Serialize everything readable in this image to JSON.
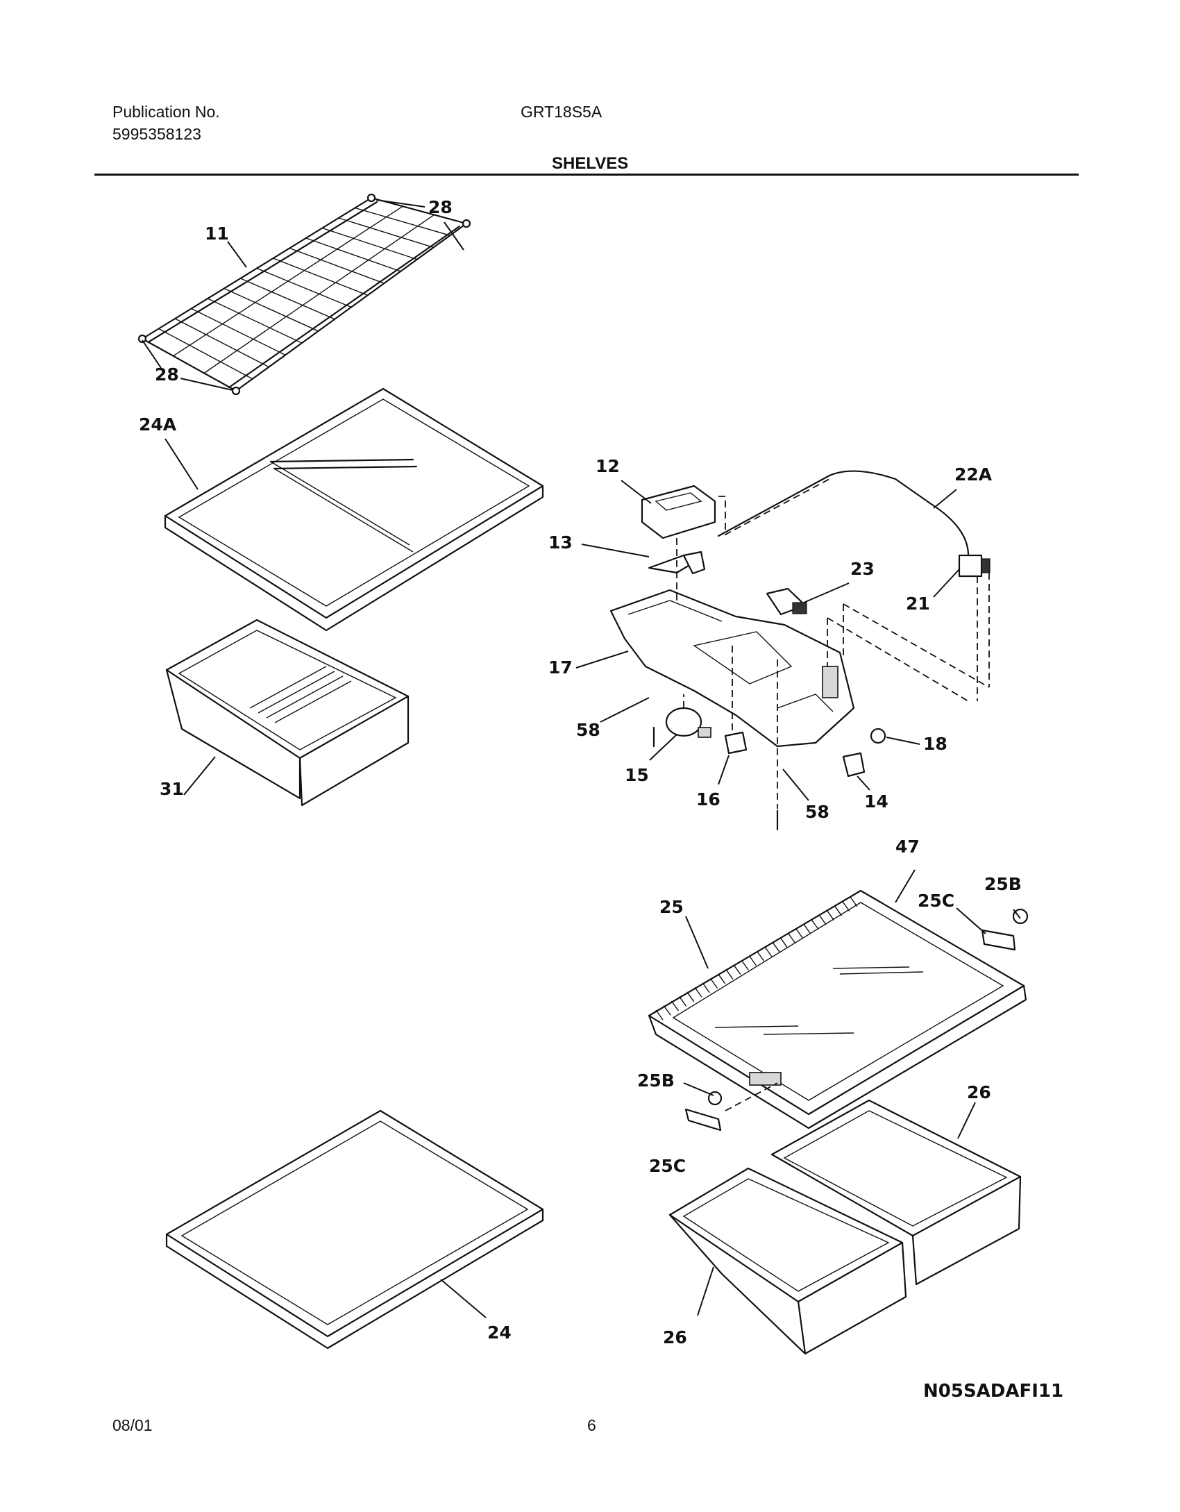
{
  "header": {
    "publication_label": "Publication No.",
    "publication_number": "5995358123",
    "model": "GRT18S5A",
    "section_title": "SHELVES"
  },
  "callouts": [
    {
      "id": "c-11",
      "text": "11"
    },
    {
      "id": "c-28a",
      "text": "28"
    },
    {
      "id": "c-28b",
      "text": "28"
    },
    {
      "id": "c-24a",
      "text": "24A"
    },
    {
      "id": "c-31",
      "text": "31"
    },
    {
      "id": "c-12",
      "text": "12"
    },
    {
      "id": "c-13",
      "text": "13"
    },
    {
      "id": "c-22a",
      "text": "22A"
    },
    {
      "id": "c-23",
      "text": "23"
    },
    {
      "id": "c-21",
      "text": "21"
    },
    {
      "id": "c-17",
      "text": "17"
    },
    {
      "id": "c-58a",
      "text": "58"
    },
    {
      "id": "c-15",
      "text": "15"
    },
    {
      "id": "c-16",
      "text": "16"
    },
    {
      "id": "c-58b",
      "text": "58"
    },
    {
      "id": "c-14",
      "text": "14"
    },
    {
      "id": "c-18",
      "text": "18"
    },
    {
      "id": "c-47",
      "text": "47"
    },
    {
      "id": "c-25b-top",
      "text": "25B"
    },
    {
      "id": "c-25c-top",
      "text": "25C"
    },
    {
      "id": "c-25",
      "text": "25"
    },
    {
      "id": "c-25b-bot",
      "text": "25B"
    },
    {
      "id": "c-25c-bot",
      "text": "25C"
    },
    {
      "id": "c-26-top",
      "text": "26"
    },
    {
      "id": "c-26-bot",
      "text": "26"
    },
    {
      "id": "c-24",
      "text": "24"
    }
  ],
  "figure_code": "N05SADAFI11",
  "footer": {
    "date": "08/01",
    "page_number": "6"
  }
}
